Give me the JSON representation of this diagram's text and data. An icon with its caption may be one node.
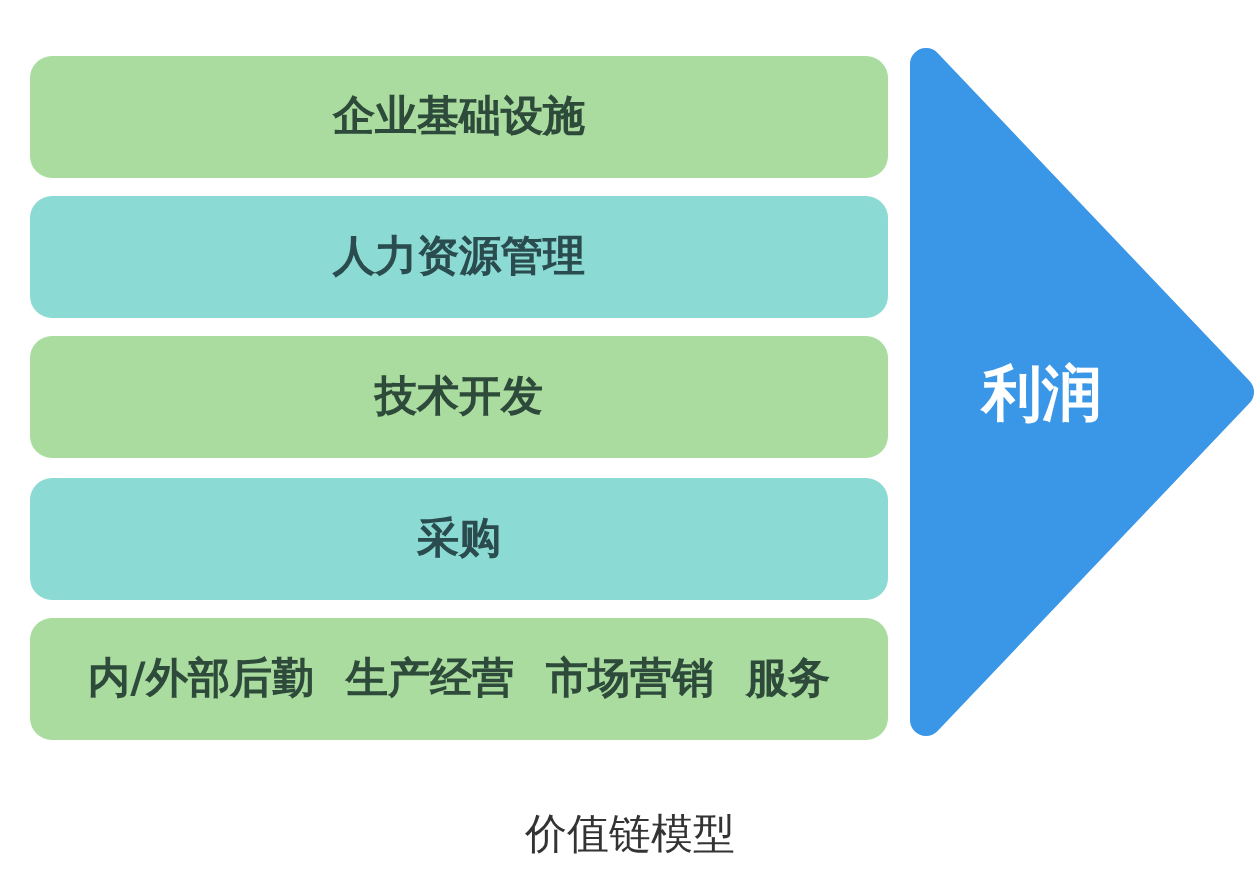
{
  "diagram": {
    "caption": "价值链模型",
    "nodes": [
      {
        "text": [
          "企业基础设施"
        ]
      },
      {
        "text": [
          "人力资源管理"
        ]
      },
      {
        "text": [
          "技术开发"
        ]
      },
      {
        "text": [
          "采购"
        ]
      },
      {
        "text": [
          "内/外部后勤",
          "生产经营",
          "市场营销",
          "服务"
        ]
      },
      {
        "text": [
          "利润"
        ]
      }
    ]
  }
}
